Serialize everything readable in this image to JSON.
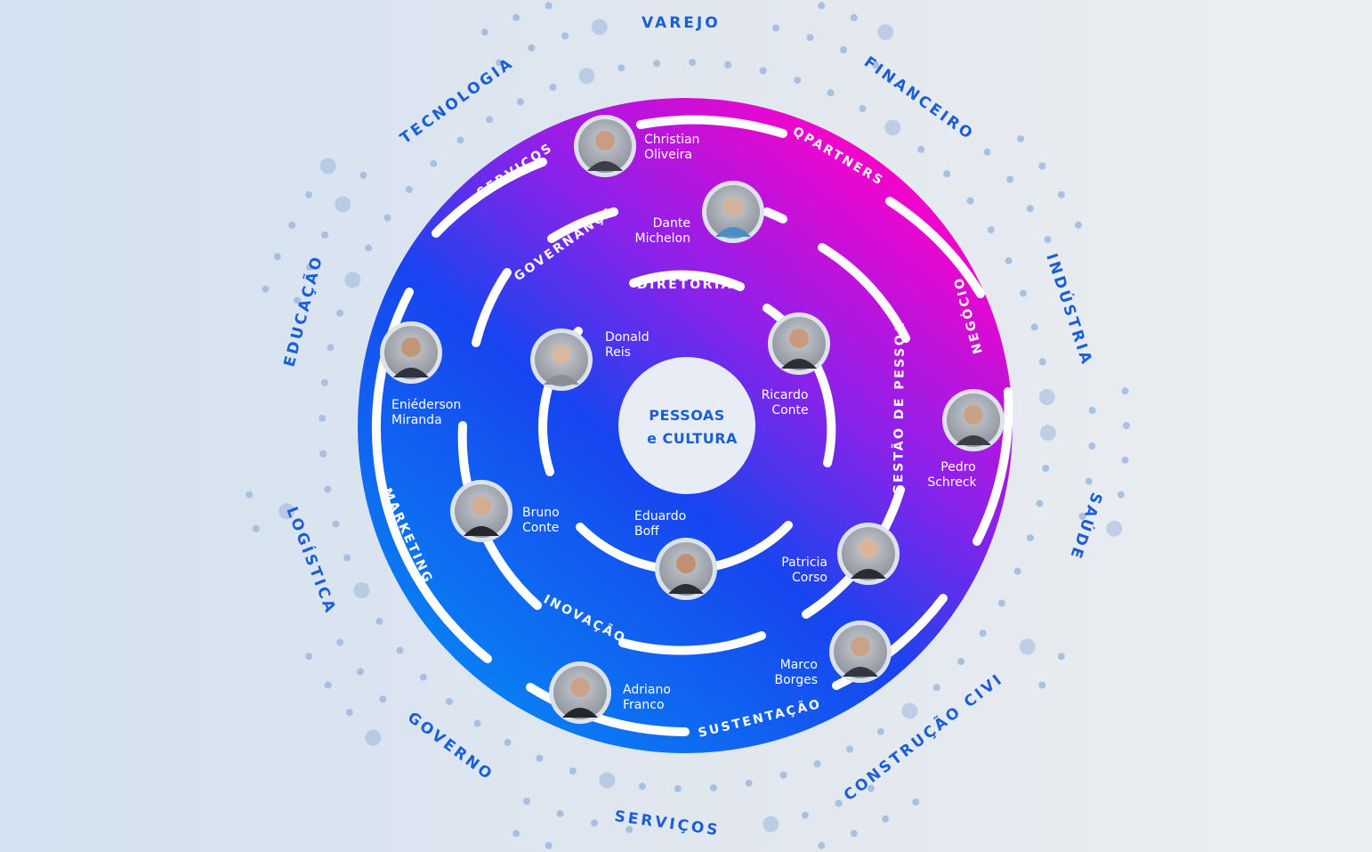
{
  "center": {
    "line1": "PESSOAS",
    "line2": "e CULTURA"
  },
  "sectors": [
    {
      "id": "varejo",
      "label": "VAREJO"
    },
    {
      "id": "financeiro",
      "label": "FINANCEIRO"
    },
    {
      "id": "industria",
      "label": "INDÚSTRIA"
    },
    {
      "id": "saude",
      "label": "SAÚDE"
    },
    {
      "id": "construcao-civil",
      "label": "CONSTRUÇÃO CIVIL"
    },
    {
      "id": "servicos",
      "label": "SERVIÇOS"
    },
    {
      "id": "governo",
      "label": "GOVERNO"
    },
    {
      "id": "logistica",
      "label": "LOGÍSTICA"
    },
    {
      "id": "educacao",
      "label": "EDUCAÇÃO"
    },
    {
      "id": "tecnologia",
      "label": "TECNOLOGIA"
    }
  ],
  "ring_labels": [
    {
      "id": "diretoria",
      "label": "DIRETORIA"
    },
    {
      "id": "governanca",
      "label": "GOVERNANÇA"
    },
    {
      "id": "gestao-de-pessoas",
      "label": "GESTÃO DE PESSOAS"
    },
    {
      "id": "inovacao",
      "label": "INOVAÇÃO"
    },
    {
      "id": "marketing",
      "label": "MARKETING"
    },
    {
      "id": "servicos-inner",
      "label": "SERVIÇOS"
    },
    {
      "id": "qpartners",
      "label": "QPARTNERS"
    },
    {
      "id": "negocios",
      "label": "NEGÓCIOS"
    },
    {
      "id": "sustentacao",
      "label": "SUSTENTAÇÃO"
    }
  ],
  "people": [
    {
      "id": "christian-oliveira",
      "line1": "Christian",
      "line2": "Oliveira"
    },
    {
      "id": "dante-michelon",
      "line1": "Dante",
      "line2": "Michelon"
    },
    {
      "id": "donald-reis",
      "line1": "Donald",
      "line2": "Reis"
    },
    {
      "id": "ricardo-conte",
      "line1": "Ricardo",
      "line2": "Conte"
    },
    {
      "id": "eniederson-miranda",
      "line1": "Eniéderson",
      "line2": "Miranda"
    },
    {
      "id": "pedro-schreck",
      "line1": "Pedro",
      "line2": "Schreck"
    },
    {
      "id": "bruno-conte",
      "line1": "Bruno",
      "line2": "Conte"
    },
    {
      "id": "eduardo-boff",
      "line1": "Eduardo",
      "line2": "Boff"
    },
    {
      "id": "patricia-corso",
      "line1": "Patricia",
      "line2": "Corso"
    },
    {
      "id": "marco-borges",
      "line1": "Marco",
      "line2": "Borges"
    },
    {
      "id": "adriano-franco",
      "line1": "Adriano",
      "line2": "Franco"
    }
  ],
  "colors": {
    "accent": "#1a5fd6",
    "gradient_start": "#ff00c8",
    "gradient_mid": "#2f3cf0",
    "gradient_end": "#0a6cf2",
    "dot": "#9ab6dc"
  }
}
